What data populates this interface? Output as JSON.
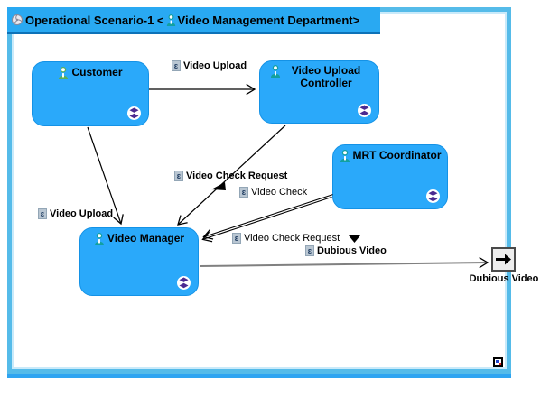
{
  "window": {
    "title_prefix": "Operational Scenario-1 < ",
    "title_entity_suffix": "Video Management Department>"
  },
  "nodes": [
    {
      "label": "Customer"
    },
    {
      "label": "Video Upload Controller"
    },
    {
      "label": "MRT Coordinator"
    },
    {
      "label": "Video Manager"
    }
  ],
  "edge_labels": [
    {
      "label": "Video Upload",
      "bold": true
    },
    {
      "label": "Video Check Request",
      "bold": true
    },
    {
      "label": "Video Check",
      "bold": false
    },
    {
      "label": "Video Upload",
      "bold": true
    },
    {
      "label": "Video Check Request",
      "bold": false
    },
    {
      "label": "Dubious Video",
      "bold": true
    }
  ],
  "port": {
    "label": "Dubious Video"
  },
  "icons": {
    "exchange_glyph": "ɛ",
    "person": "person-icon",
    "scenario": "scenario-icon",
    "collapse_decorator": "double-diamond-icon"
  },
  "colors": {
    "node_fill": "#2aa9fa",
    "titlebar_fill": "#29a9f2",
    "frame_border": "#55bbe9",
    "frame_border_inner": "#c9eafa",
    "selection_bar": "#2ea4f1",
    "decorator_purple": "#4b2a91",
    "person_teal": "#12a0a0",
    "person_green": "#58b05c",
    "grey_line": "#808080",
    "port_fill": "#ededed"
  }
}
